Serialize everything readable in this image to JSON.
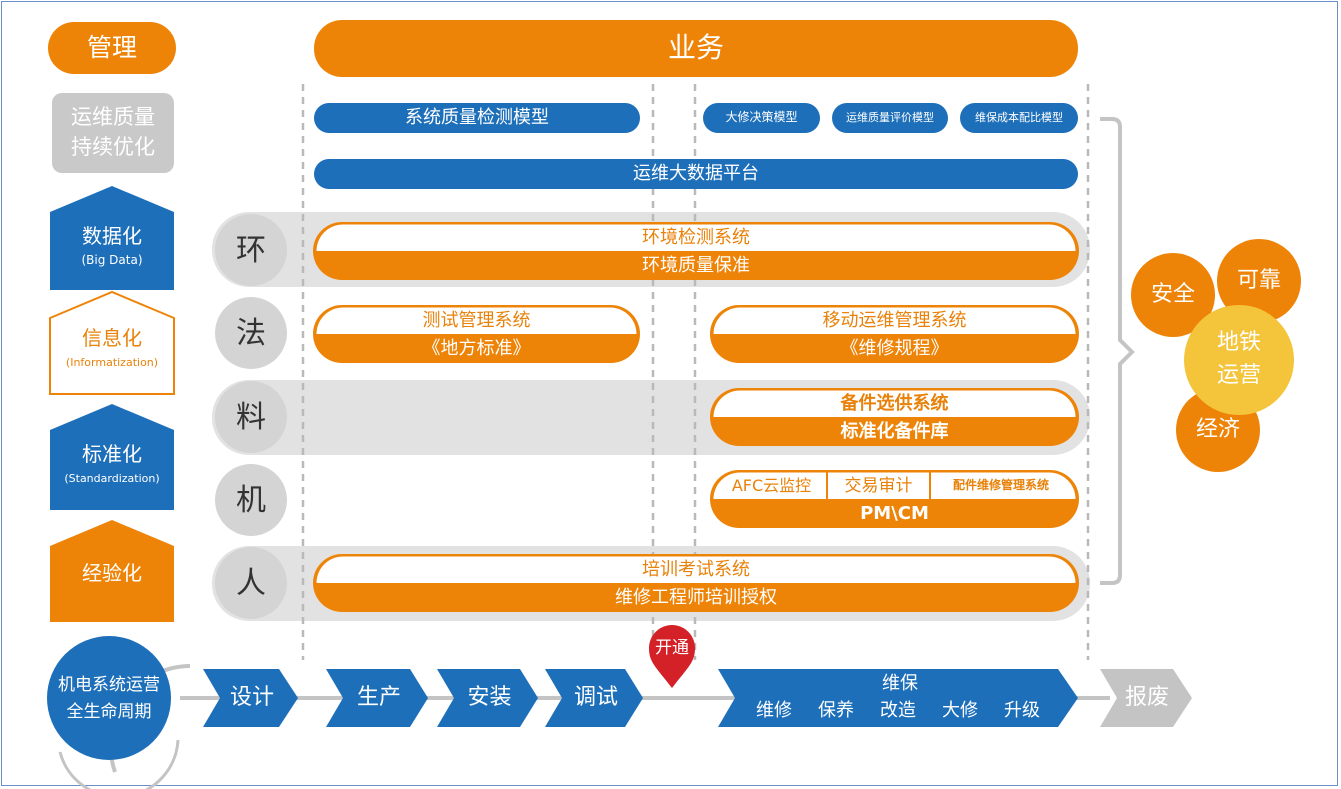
{
  "management": {
    "header": "管理",
    "quality": [
      "运维质量",
      "持续优化"
    ],
    "levels": [
      {
        "label": "数据化",
        "sub": "(Big Data)"
      },
      {
        "label": "信息化",
        "sub": "(Informatization)"
      },
      {
        "label": "标准化",
        "sub": "(Standardization)"
      },
      {
        "label": "经验化",
        "sub": ""
      }
    ]
  },
  "business": {
    "header": "业务",
    "models": [
      "系统质量检测模型",
      "大修决策模型",
      "运维质量评价模型",
      "维保成本配比模型"
    ],
    "platform": "运维大数据平台",
    "categories": [
      "环",
      "法",
      "料",
      "机",
      "人"
    ],
    "env": {
      "top": "环境检测系统",
      "bottom": "环境质量保准"
    },
    "law_left": {
      "top": "测试管理系统",
      "bottom": "《地方标准》"
    },
    "law_right": {
      "top": "移动运维管理系统",
      "bottom": "《维修规程》"
    },
    "material": {
      "top": "备件选供系统",
      "bottom": "标准化备件库"
    },
    "machine": {
      "cells": [
        "AFC云监控",
        "交易审计",
        "配件维修管理系统"
      ],
      "bottom": "PM\\CM"
    },
    "people": {
      "top": "培训考试系统",
      "bottom": "维修工程师培训授权"
    }
  },
  "goals": {
    "center": [
      "地铁",
      "运营"
    ],
    "items": [
      "安全",
      "可靠",
      "经济"
    ]
  },
  "lifecycle": {
    "title": [
      "机电系统运营",
      "全生命周期"
    ],
    "stages": [
      "设计",
      "生产",
      "安装",
      "调试"
    ],
    "opening": "开通",
    "maintenance": {
      "title": "维保",
      "items": [
        "维修",
        "保养",
        "改造",
        "大修",
        "升级"
      ]
    },
    "scrap": "报废"
  },
  "colors": {
    "orange": "#ee8407",
    "blue": "#1e6fba",
    "gray": "#c9c9c9",
    "lightgray": "#e2e2e2",
    "yellow": "#f4c43a",
    "red": "#d42027"
  }
}
